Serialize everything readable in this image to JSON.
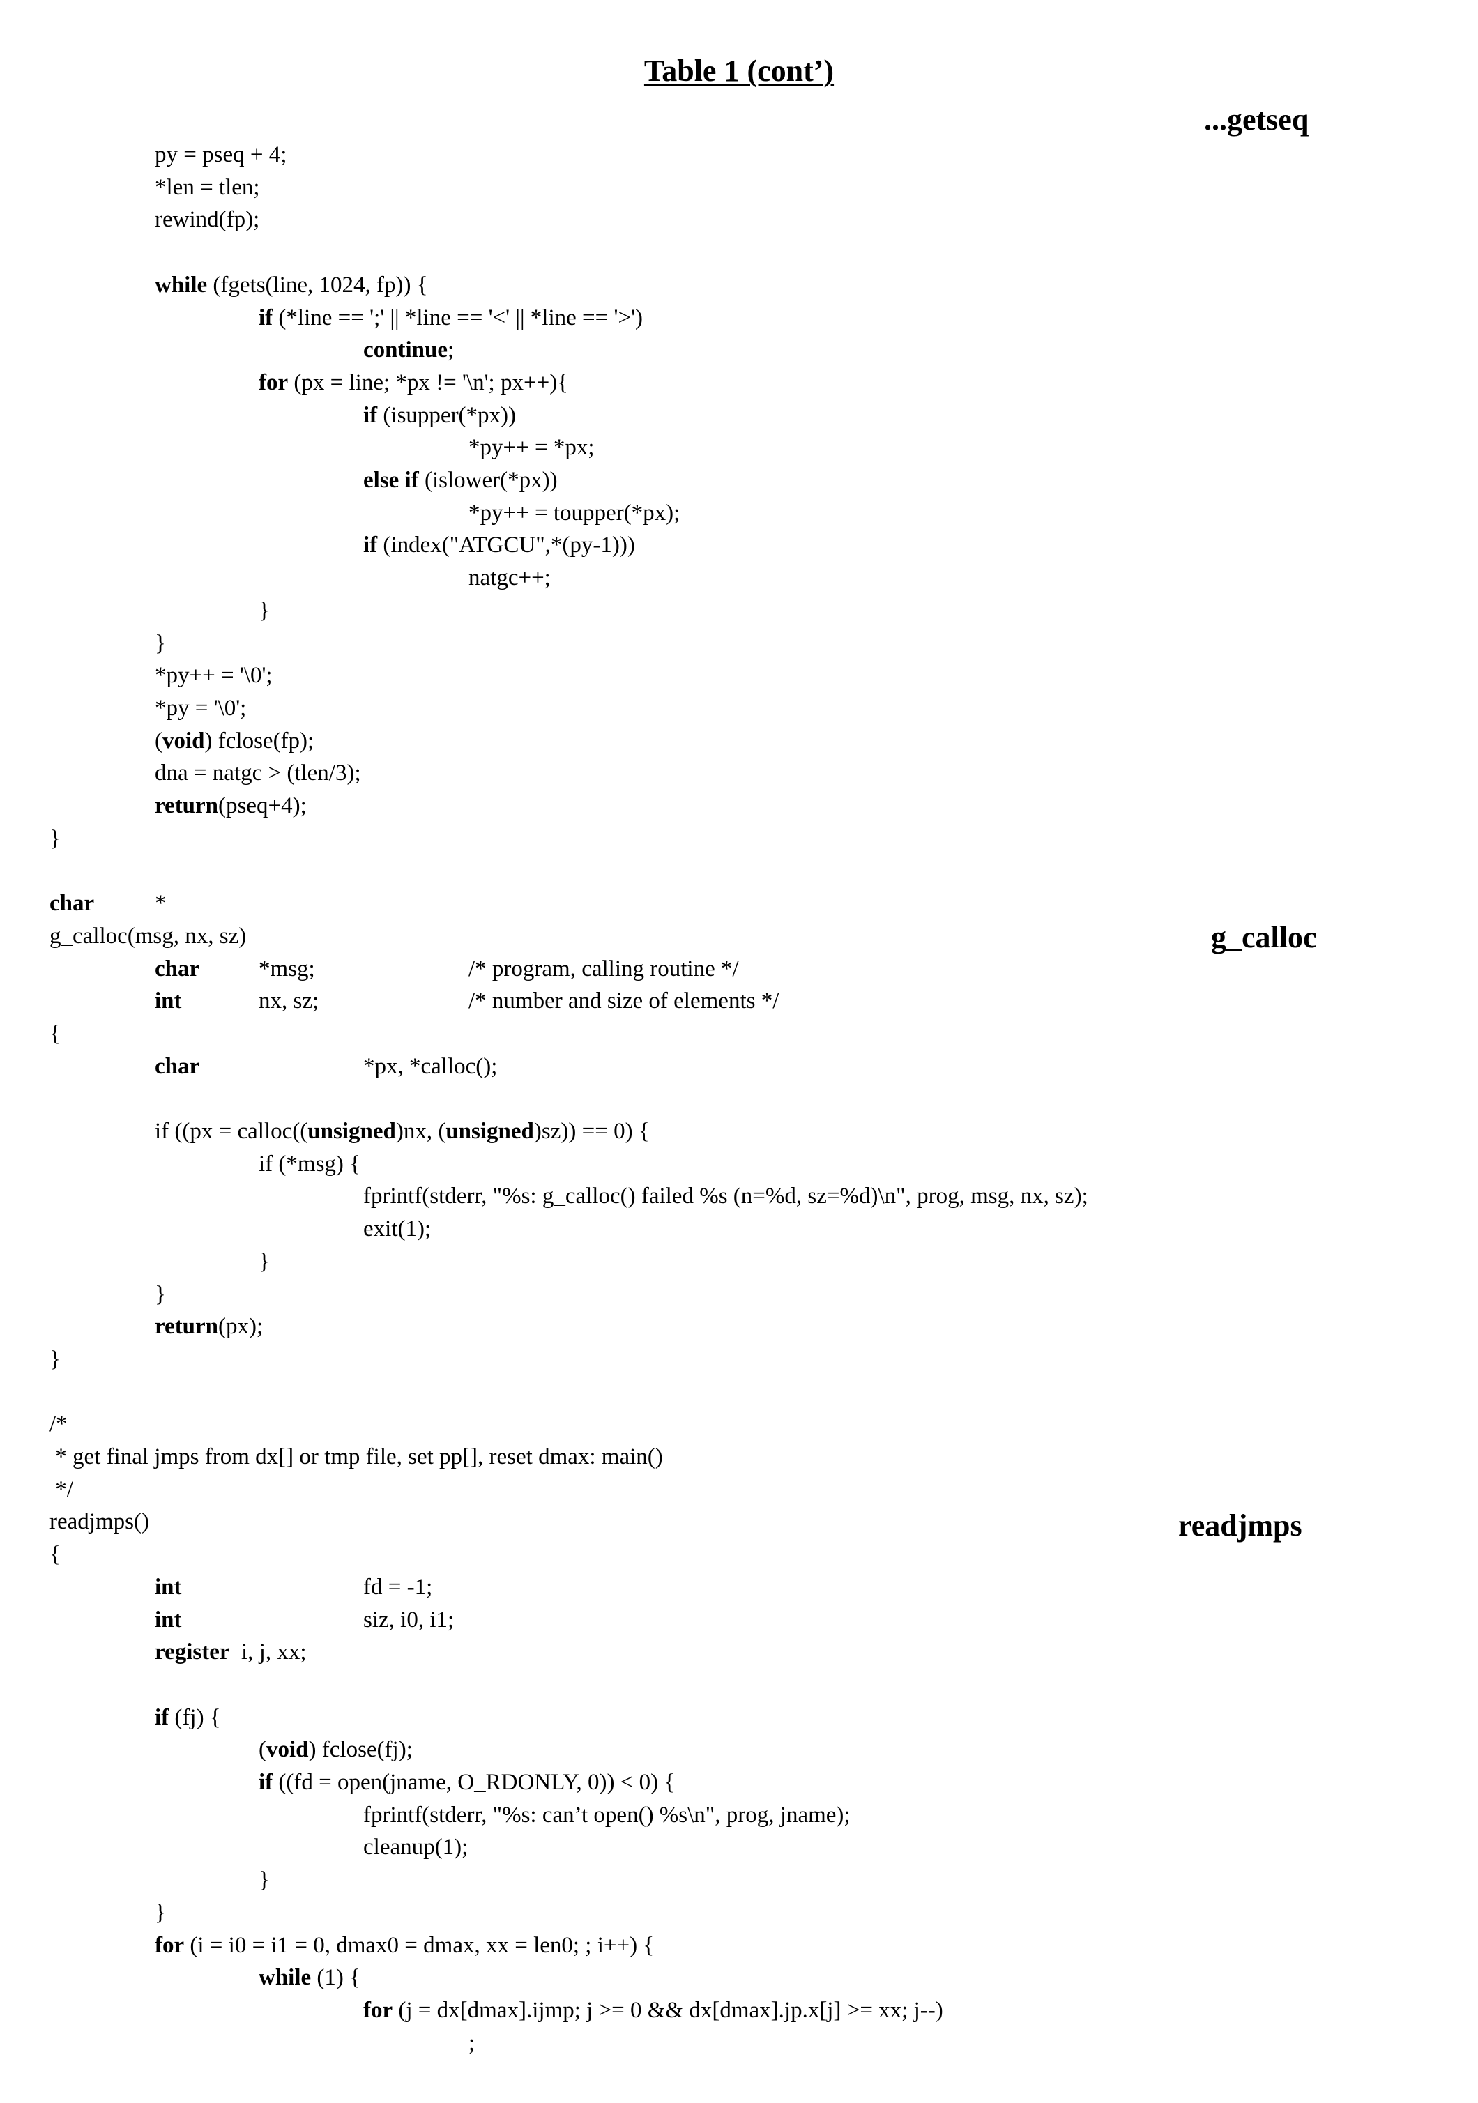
{
  "title": "Table 1 (cont’)",
  "section_labels": [
    "...getseq",
    "g_calloc",
    "readjmps"
  ],
  "lines": [
    {
      "y": 0,
      "segs": [
        {
          "t": "py = pseq + 4;"
        }
      ]
    },
    {
      "y": 1,
      "segs": [
        {
          "t": "*len = tlen;"
        }
      ]
    },
    {
      "y": 2,
      "segs": [
        {
          "t": "rewind(fp);"
        }
      ]
    },
    {
      "y": 4,
      "segs": [
        {
          "t": "while",
          "b": true
        },
        {
          "t": " (fgets(line, 1024, fp)) {"
        }
      ]
    },
    {
      "y": 5,
      "segs": [
        {
          "t": "if",
          "b": true
        },
        {
          "t": " (*line == ';' || *line == '<' || *line == '>')"
        }
      ]
    },
    {
      "y": 6,
      "segs": [
        {
          "t": "continue",
          "b": true
        },
        {
          "t": ";"
        }
      ]
    },
    {
      "y": 7,
      "segs": [
        {
          "t": "for",
          "b": true
        },
        {
          "t": " (px = line; *px != '\\n'; px++){"
        }
      ]
    },
    {
      "y": 8,
      "segs": [
        {
          "t": "if",
          "b": true
        },
        {
          "t": " (isupper(*px))"
        }
      ]
    },
    {
      "y": 9,
      "segs": [
        {
          "t": "*py++ = *px;"
        }
      ]
    },
    {
      "y": 10,
      "segs": [
        {
          "t": "else if",
          "b": true
        },
        {
          "t": " (islower(*px))"
        }
      ]
    },
    {
      "y": 11,
      "segs": [
        {
          "t": "*py++ = toupper(*px);"
        }
      ]
    },
    {
      "y": 12,
      "segs": [
        {
          "t": "if",
          "b": true
        },
        {
          "t": " (index(\"ATGCU\",*(py-1)))"
        }
      ]
    },
    {
      "y": 13,
      "segs": [
        {
          "t": "natgc++;"
        }
      ]
    },
    {
      "y": 14,
      "segs": [
        {
          "t": "}"
        }
      ]
    },
    {
      "y": 15,
      "segs": [
        {
          "t": "}"
        }
      ]
    },
    {
      "y": 16,
      "segs": [
        {
          "t": "*py++ = '\\0';"
        }
      ]
    },
    {
      "y": 17,
      "segs": [
        {
          "t": "*py = '\\0';"
        }
      ]
    },
    {
      "y": 18,
      "segs": [
        {
          "t": "(",
          "b": false
        },
        {
          "t": "void",
          "b": true
        },
        {
          "t": ") fclose(fp);"
        }
      ]
    },
    {
      "y": 19,
      "segs": [
        {
          "t": "dna = natgc > (tlen/3);"
        }
      ]
    },
    {
      "y": 20,
      "segs": [
        {
          "t": "return",
          "b": true
        },
        {
          "t": "(pseq+4);"
        }
      ]
    },
    {
      "y": 21,
      "segs": [
        {
          "t": "}"
        }
      ]
    },
    {
      "y": 23,
      "segs": [
        {
          "t": "char",
          "b": true
        }
      ],
      "col2": "*"
    },
    {
      "y": 24,
      "segs": [
        {
          "t": "g_calloc(msg, nx, sz)"
        }
      ]
    },
    {
      "y": 25,
      "segs": [
        {
          "t": "char",
          "b": true
        }
      ],
      "col2": "*msg;",
      "col3": "/* program, calling routine */"
    },
    {
      "y": 26,
      "segs": [
        {
          "t": "int",
          "b": true
        }
      ],
      "col2": "nx, sz;",
      "col3": "/* number and size of elements */"
    },
    {
      "y": 27,
      "segs": [
        {
          "t": "{"
        }
      ]
    },
    {
      "y": 28,
      "segs": [
        {
          "t": "char",
          "b": true
        }
      ],
      "col2w": "*px, *calloc();"
    },
    {
      "y": 30,
      "segs": [
        {
          "t": "if ((px = calloc(("
        },
        {
          "t": "unsigned",
          "b": true
        },
        {
          "t": ")nx, ("
        },
        {
          "t": "unsigned",
          "b": true
        },
        {
          "t": ")sz)) == 0) {"
        }
      ]
    },
    {
      "y": 31,
      "segs": [
        {
          "t": "if (*msg) {"
        }
      ]
    },
    {
      "y": 32,
      "segs": [
        {
          "t": "fprintf(stderr, \"%s: g_calloc() failed %s (n=%d, sz=%d)\\n\", prog, msg, nx, sz);"
        }
      ]
    },
    {
      "y": 33,
      "segs": [
        {
          "t": "exit(1);"
        }
      ]
    },
    {
      "y": 34,
      "segs": [
        {
          "t": "}"
        }
      ]
    },
    {
      "y": 35,
      "segs": [
        {
          "t": "}"
        }
      ]
    },
    {
      "y": 36,
      "segs": [
        {
          "t": "return",
          "b": true
        },
        {
          "t": "(px);"
        }
      ]
    },
    {
      "y": 37,
      "segs": [
        {
          "t": "}"
        }
      ]
    },
    {
      "y": 39,
      "segs": [
        {
          "t": "/*"
        }
      ]
    },
    {
      "y": 40,
      "segs": [
        {
          "t": " * get final jmps from dx[] or tmp file, set pp[], reset dmax: main()"
        }
      ]
    },
    {
      "y": 41,
      "segs": [
        {
          "t": " */"
        }
      ]
    },
    {
      "y": 42,
      "segs": [
        {
          "t": "readjmps()"
        }
      ]
    },
    {
      "y": 43,
      "segs": [
        {
          "t": "{"
        }
      ]
    },
    {
      "y": 44,
      "segs": [
        {
          "t": "int",
          "b": true
        }
      ],
      "col2w": "fd = -1;"
    },
    {
      "y": 45,
      "segs": [
        {
          "t": "int",
          "b": true
        }
      ],
      "col2w": "siz, i0, i1;"
    },
    {
      "y": 46,
      "segs": [
        {
          "t": "register",
          "b": true
        },
        {
          "t": "  i, j, xx;"
        }
      ]
    },
    {
      "y": 48,
      "segs": [
        {
          "t": "if",
          "b": true
        },
        {
          "t": " (fj) {"
        }
      ]
    },
    {
      "y": 49,
      "segs": [
        {
          "t": "("
        },
        {
          "t": "void",
          "b": true
        },
        {
          "t": ") fclose(fj);"
        }
      ]
    },
    {
      "y": 50,
      "segs": [
        {
          "t": "if",
          "b": true
        },
        {
          "t": " ((fd = open(jname, O_RDONLY, 0)) < 0) {"
        }
      ]
    },
    {
      "y": 51,
      "segs": [
        {
          "t": "fprintf(stderr, \"%s: can’t open() %s\\n\", prog, jname);"
        }
      ]
    },
    {
      "y": 52,
      "segs": [
        {
          "t": "cleanup(1);"
        }
      ]
    },
    {
      "y": 53,
      "segs": [
        {
          "t": "}"
        }
      ]
    },
    {
      "y": 54,
      "segs": [
        {
          "t": "}"
        }
      ]
    },
    {
      "y": 55,
      "segs": [
        {
          "t": "for",
          "b": true
        },
        {
          "t": " (i = i0 = i1 = 0, dmax0 = dmax, xx = len0; ; i++) {"
        }
      ]
    },
    {
      "y": 56,
      "segs": [
        {
          "t": "while",
          "b": true
        },
        {
          "t": " (1) {"
        }
      ]
    },
    {
      "y": 57,
      "segs": [
        {
          "t": "for",
          "b": true
        },
        {
          "t": " (j = dx[dmax].ijmp; j >= 0 && dx[dmax].jp.x[j] >= xx; j--)"
        }
      ]
    },
    {
      "y": 58,
      "segs": [
        {
          "t": ";"
        }
      ]
    }
  ],
  "indents": [
    1,
    1,
    1,
    1,
    2,
    3,
    2,
    3,
    4,
    3,
    4,
    3,
    4,
    2,
    1,
    1,
    1,
    1,
    1,
    1,
    0,
    0,
    0,
    1,
    1,
    0,
    1,
    1,
    2,
    3,
    3,
    2,
    1,
    1,
    0,
    0,
    0,
    0,
    0,
    0,
    1,
    1,
    1,
    1,
    2,
    2,
    3,
    3,
    2,
    1,
    1,
    2,
    3,
    4
  ]
}
